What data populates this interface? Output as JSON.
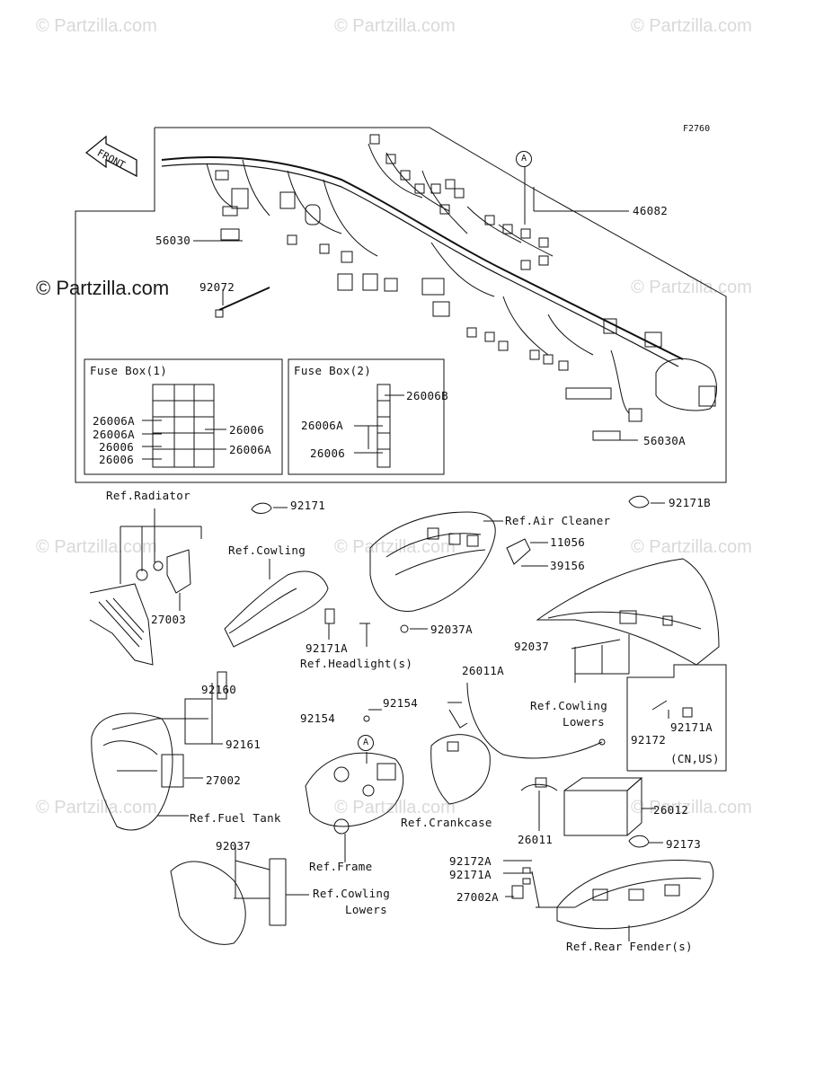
{
  "watermarks": {
    "faint": "© Partzilla.com",
    "main": "© Partzilla.com"
  },
  "figure_code": "F2760",
  "front_arrow": "FRONT",
  "callout_a": "A",
  "fuse_box_1": {
    "title": "Fuse Box(1)",
    "labels": [
      "26006A",
      "26006A",
      "26006",
      "26006",
      "26006",
      "26006A"
    ]
  },
  "fuse_box_2": {
    "title": "Fuse Box(2)",
    "labels": [
      "26006B",
      "26006A",
      "26006"
    ]
  },
  "parts": {
    "p46082": "46082",
    "p56030": "56030",
    "p92072": "92072",
    "p56030A": "56030A",
    "ref_radiator": "Ref.Radiator",
    "p92171": "92171",
    "p92171B": "92171B",
    "ref_air_cleaner": "Ref.Air Cleaner",
    "p11056": "11056",
    "p39156": "39156",
    "ref_cowling": "Ref.Cowling",
    "p27003": "27003",
    "p92037A": "92037A",
    "p92171A_1": "92171A",
    "ref_headlights": "Ref.Headlight(s)",
    "p92037_1": "92037",
    "p26011A": "26011A",
    "p92160": "92160",
    "p92154_1": "92154",
    "p92154_2": "92154",
    "ref_cowling_lowers_1a": "Ref.Cowling",
    "ref_cowling_lowers_1b": "Lowers",
    "p92171A_2": "92171A",
    "p92172": "92172",
    "cn_us": "(CN,US)",
    "p92161": "92161",
    "p27002": "27002",
    "ref_fuel_tank": "Ref.Fuel Tank",
    "ref_crankcase": "Ref.Crankcase",
    "p26012": "26012",
    "p26011": "26011",
    "p92037_2": "92037",
    "p92173": "92173",
    "p92172A": "92172A",
    "p92171A_3": "92171A",
    "p27002A": "27002A",
    "ref_frame": "Ref.Frame",
    "ref_cowling_lowers_2a": "Ref.Cowling",
    "ref_cowling_lowers_2b": "Lowers",
    "ref_rear_fender": "Ref.Rear Fender(s)"
  }
}
